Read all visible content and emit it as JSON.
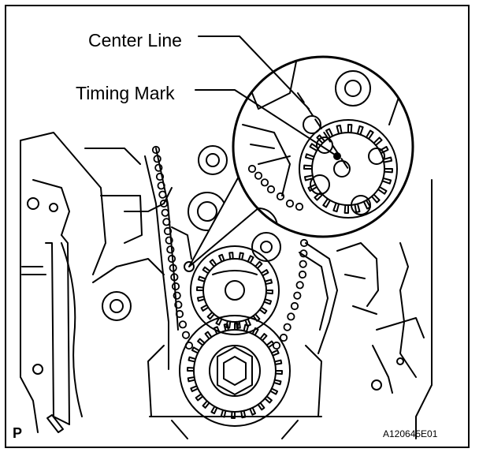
{
  "labels": {
    "center_line": "Center Line",
    "timing_mark": "Timing Mark"
  },
  "footer": {
    "section_letter": "P",
    "figure_code": "A120645E01"
  },
  "colors": {
    "ink": "#000000",
    "paper": "#ffffff"
  }
}
